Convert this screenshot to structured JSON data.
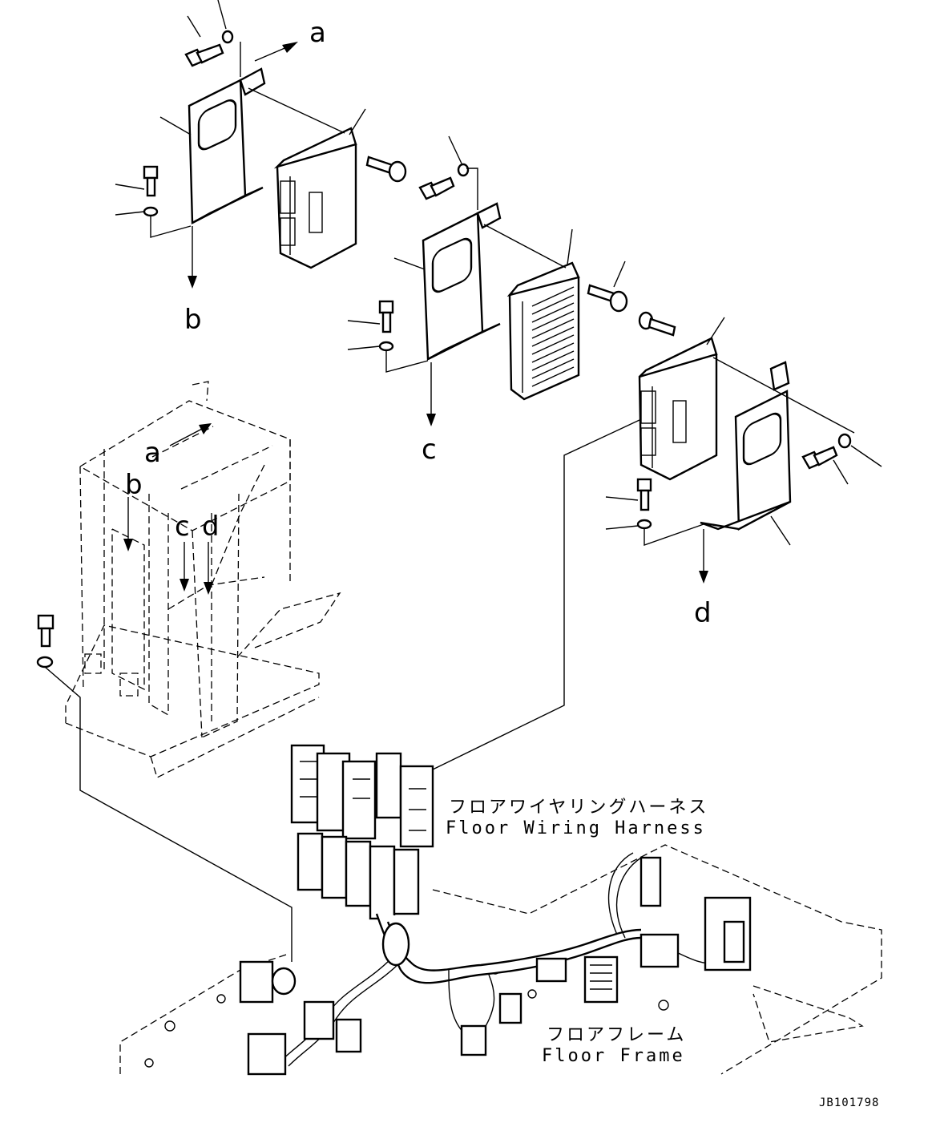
{
  "ref_letters": {
    "a_top": "a",
    "b_top": "b",
    "c_top": "c",
    "d_top": "d",
    "a_frame": "a",
    "b_frame": "b",
    "c_frame": "c",
    "d_frame": "d"
  },
  "labels": {
    "floor_harness_jp": "フロアワイヤリングハーネス",
    "floor_harness_en": "Floor Wiring Harness",
    "floor_frame_jp": "フロアフレーム",
    "floor_frame_en": "Floor Frame"
  },
  "drawing_code": "JB101798"
}
